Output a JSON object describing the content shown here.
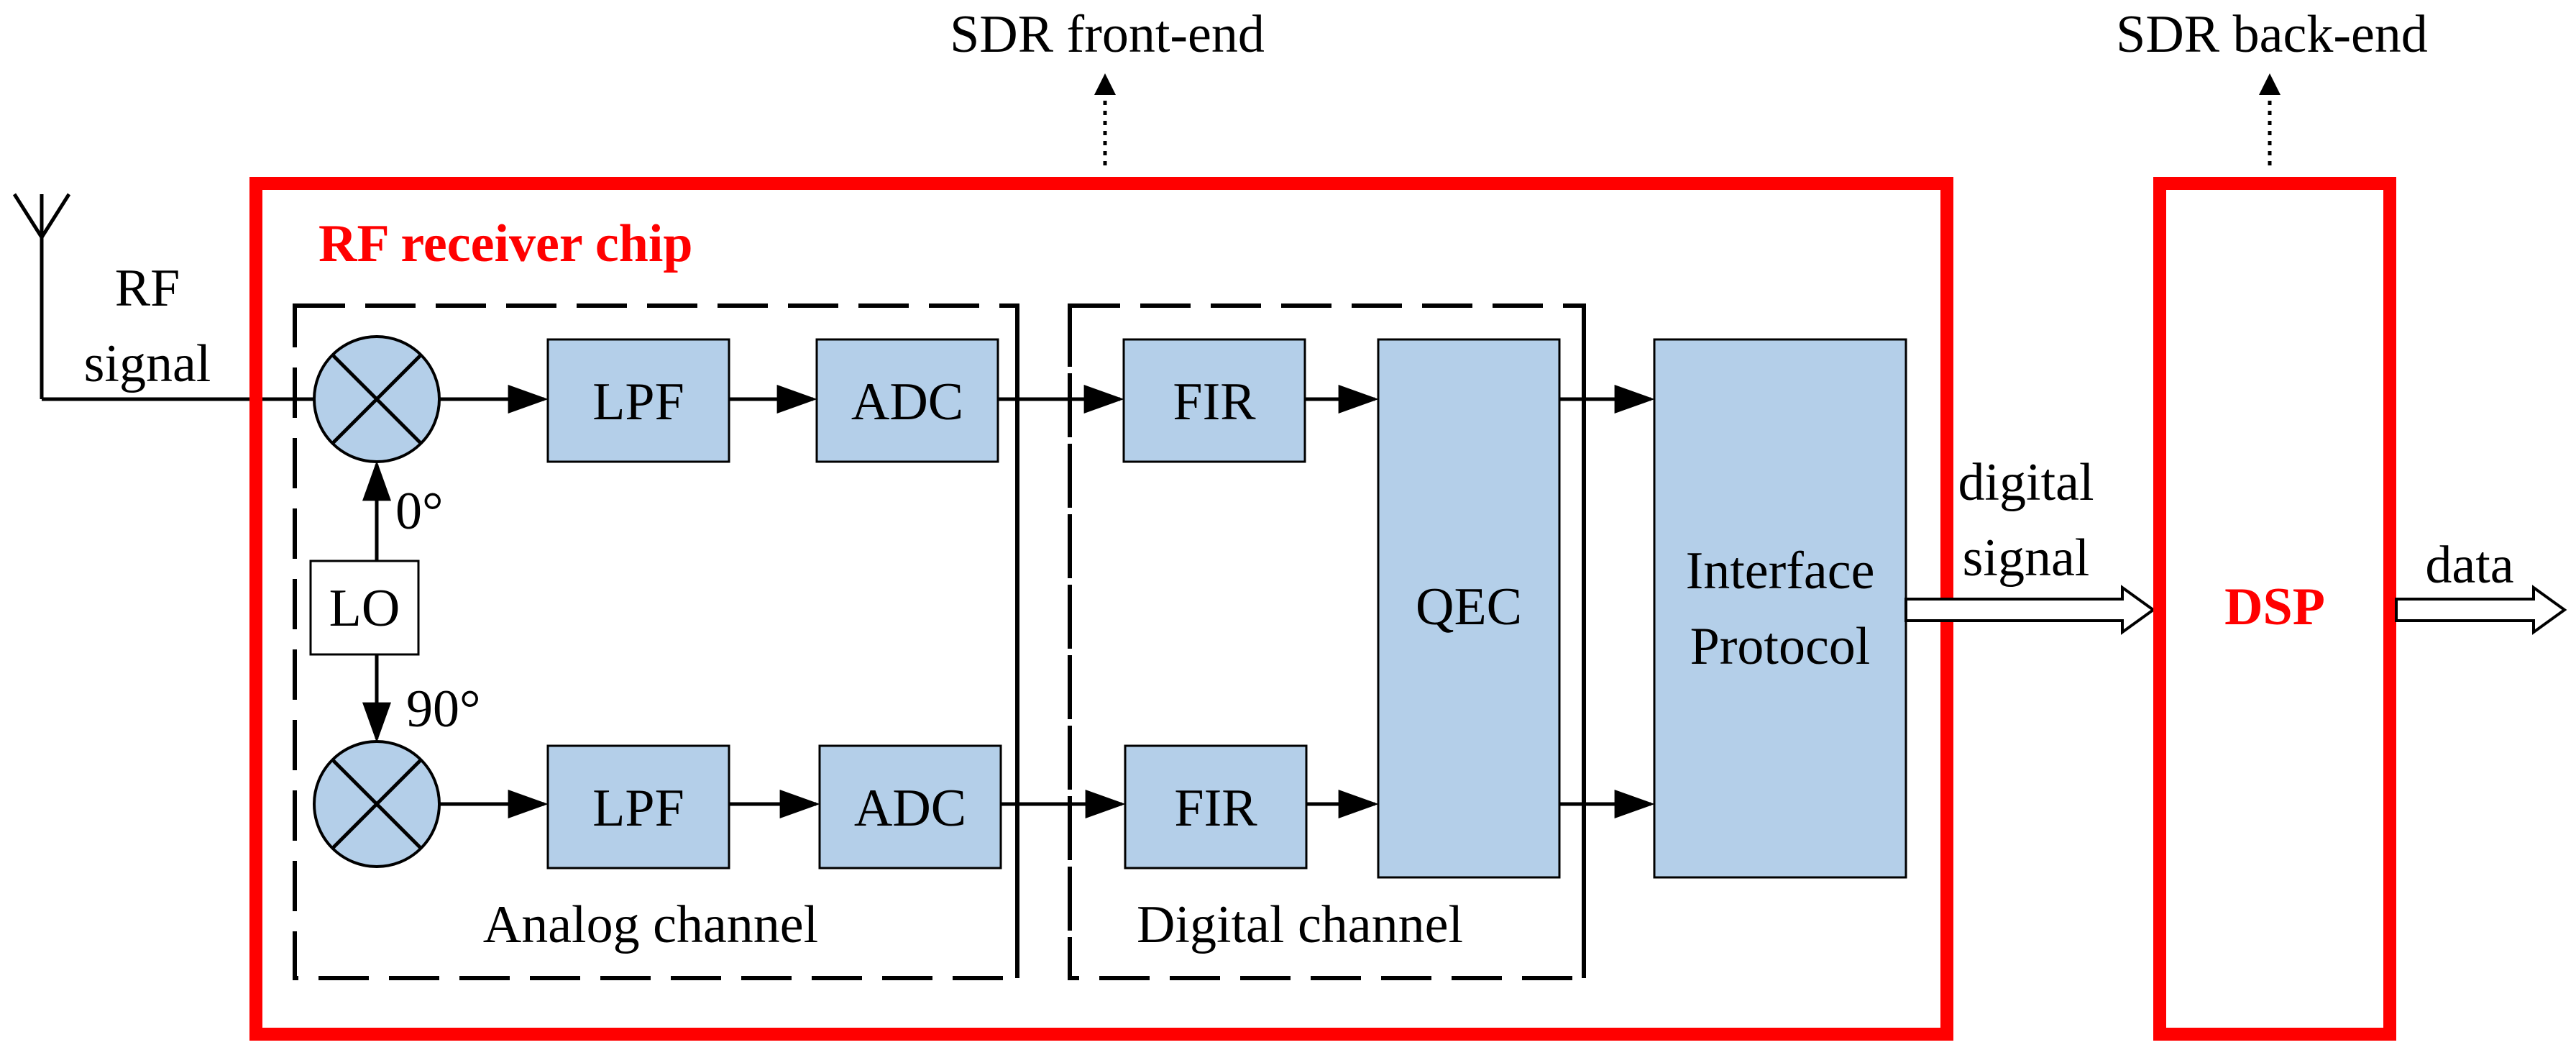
{
  "labels": {
    "sdr_front_end": "SDR front-end",
    "sdr_back_end": "SDR back-end",
    "rf_receiver_chip": "RF receiver chip",
    "rf_signal_line1": "RF",
    "rf_signal_line2": "signal",
    "phase_0": "0°",
    "phase_90": "90°",
    "analog_channel": "Analog channel",
    "digital_channel": "Digital channel",
    "digital_signal_line1": "digital",
    "digital_signal_line2": "signal",
    "data": "data"
  },
  "blocks": {
    "lo": "LO",
    "lpf_top": "LPF",
    "lpf_bottom": "LPF",
    "adc_top": "ADC",
    "adc_bottom": "ADC",
    "fir_top": "FIR",
    "fir_bottom": "FIR",
    "qec": "QEC",
    "interface_line1": "Interface",
    "interface_line2": "Protocol",
    "dsp": "DSP"
  },
  "colors": {
    "block_fill": "#b4cfe9",
    "accent_red": "#ff0000"
  }
}
